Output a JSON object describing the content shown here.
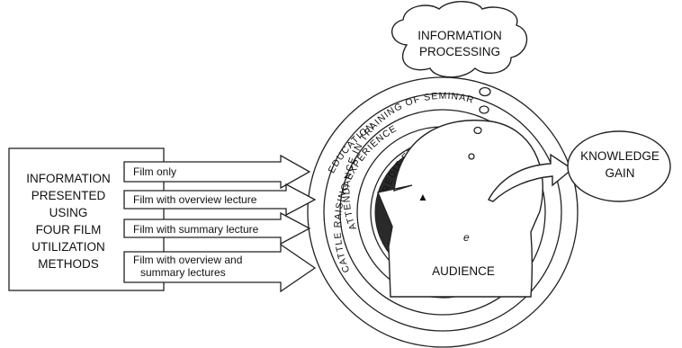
{
  "left_box": {
    "lines": [
      "INFORMATION",
      "PRESENTED",
      "USING",
      "FOUR FILM",
      "UTILIZATION",
      "METHODS"
    ]
  },
  "methods": [
    {
      "lines": [
        "Film only"
      ]
    },
    {
      "lines": [
        "Film with overview lecture"
      ]
    },
    {
      "lines": [
        "Film with summary lecture"
      ]
    },
    {
      "lines": [
        "Film with overview and",
        "summary lectures"
      ]
    }
  ],
  "rings": [
    {
      "label": "EDUCATION"
    },
    {
      "label": "CATTLE RAISING EXPERIENCE"
    },
    {
      "label": "ATTENDANCE IN TRAINING OF SEMINAR"
    },
    {
      "label": "CREDIT EXPERIENCE"
    }
  ],
  "cloud": {
    "lines": [
      "INFORMATION",
      "PROCESSING"
    ]
  },
  "knowledge": {
    "lines": [
      "KNOWLEDGE",
      "GAIN"
    ]
  },
  "head": {
    "label": "AUDIENCE"
  }
}
